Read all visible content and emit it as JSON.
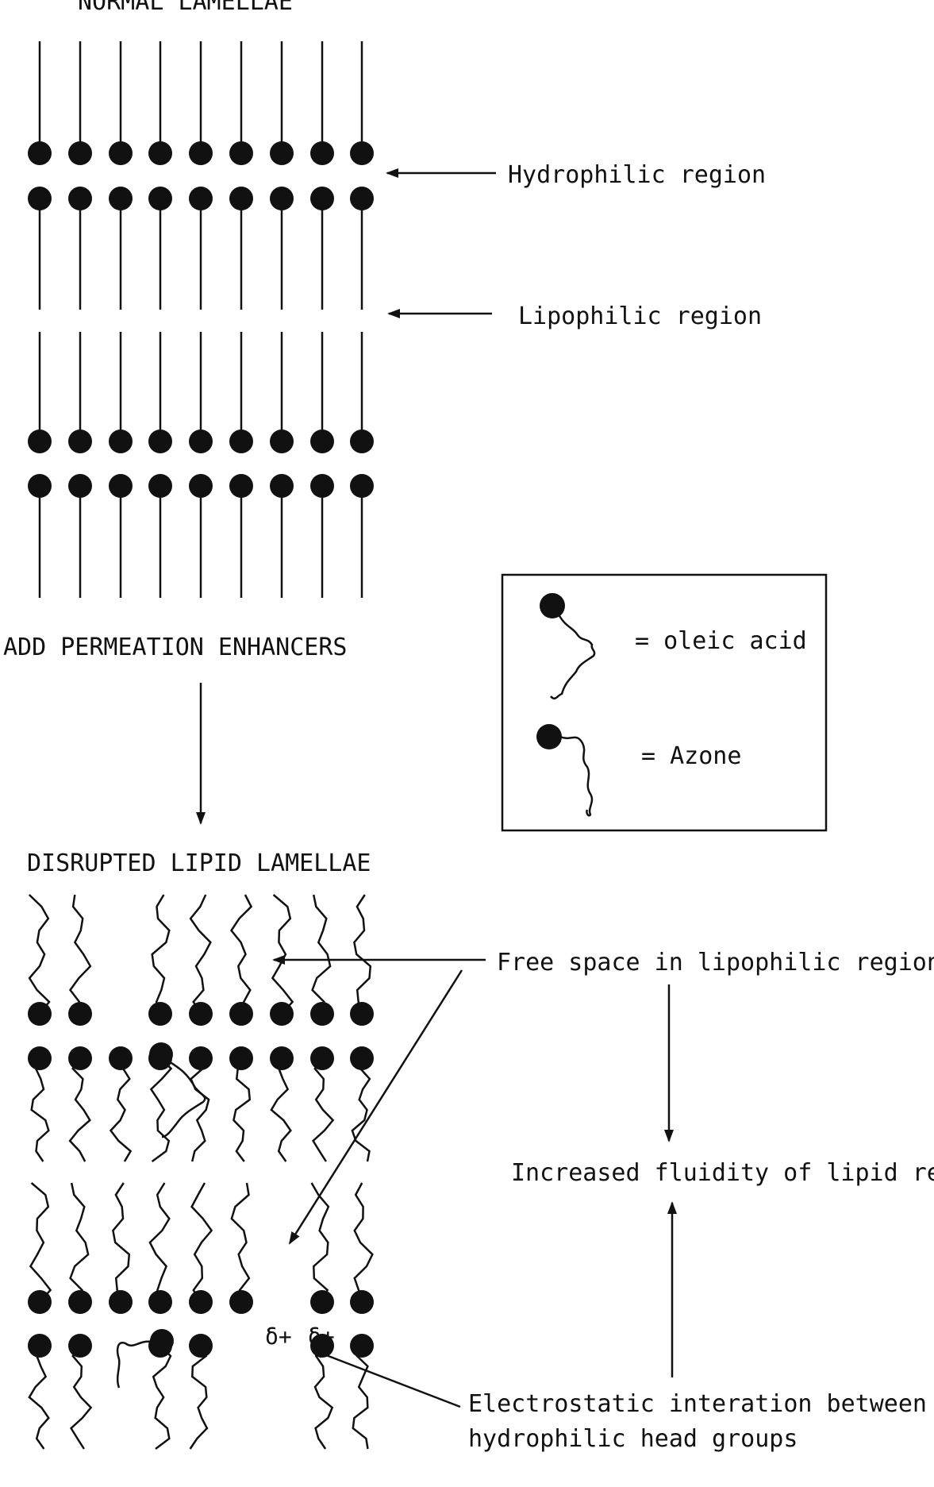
{
  "colors": {
    "ink": "#111111",
    "background": "#ffffff"
  },
  "top_section": {
    "title": "NORMAL LAMELLAE",
    "hydrophilic_label": "Hydrophilic region",
    "lipophilic_label": "Lipophilic region"
  },
  "step": {
    "label": "ADD PERMEATION ENHANCERS"
  },
  "legend": {
    "oleic_label": "= oleic acid",
    "azone_label": "= Azone"
  },
  "bottom_section": {
    "title": "DISRUPTED LIPID LAMELLAE",
    "free_space_label": "Free space in lipophilic region",
    "fluidity_label": "Increased fluidity of lipid reg",
    "electrostatic_label_line1": "Electrostatic interation between",
    "electrostatic_label_line2": "hydrophilic head groups",
    "charge_symbol": "δ+"
  }
}
